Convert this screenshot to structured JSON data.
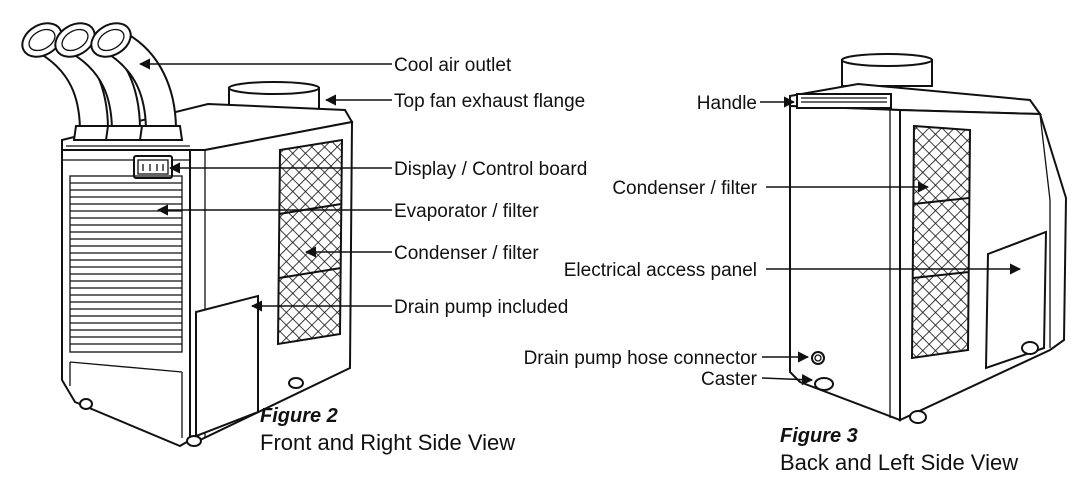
{
  "figure2": {
    "number": "Figure 2",
    "caption": "Front and Right Side View",
    "labels": {
      "cool_air_outlet": "Cool air outlet",
      "top_fan_exhaust_flange": "Top fan exhaust flange",
      "display_control_board": "Display / Control board",
      "evaporator_filter": "Evaporator / filter",
      "condenser_filter": "Condenser / filter",
      "drain_pump_included": "Drain pump included"
    }
  },
  "figure3": {
    "number": "Figure 3",
    "caption": "Back and Left Side View",
    "labels": {
      "handle": "Handle",
      "condenser_filter": "Condenser / filter",
      "electrical_access_panel": "Electrical access panel",
      "drain_pump_hose_connector": "Drain pump hose connector",
      "caster": "Caster"
    }
  }
}
